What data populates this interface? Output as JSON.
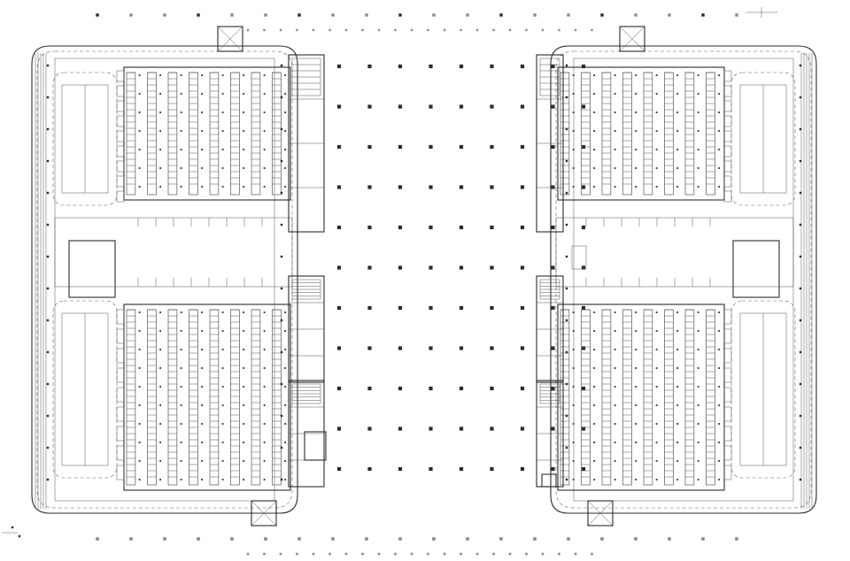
{
  "drawing": {
    "type": "architectural floor plan",
    "colors": {
      "line": "#2a2a2a",
      "thin": "#555555",
      "column": "#2b2b2b",
      "column_light": "#8a8a8a",
      "background": "#ffffff"
    },
    "icons": [
      "column-marker",
      "stair-symbol",
      "ramp-loop"
    ]
  }
}
